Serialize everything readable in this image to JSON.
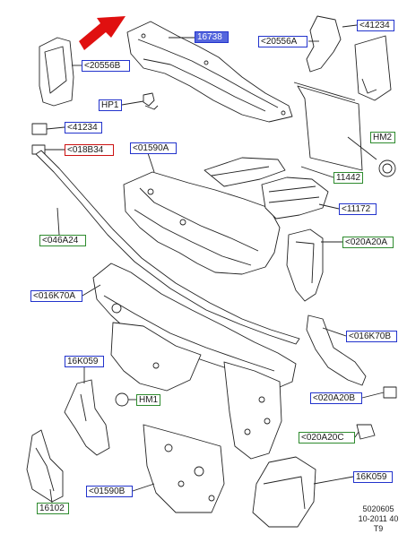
{
  "callouts": {
    "c16738": "16738",
    "c20556A": "<20556A",
    "c41234_top": "<41234",
    "c20556B": "<20556B",
    "cHP1": "HP1",
    "c41234_left": "<41234",
    "cHM2": "HM2",
    "c018B34": "<018B34",
    "c01590A": "<01590A",
    "c11442": "11442",
    "c11172": "<11172",
    "c046A24": "<046A24",
    "c020A20A": "<020A20A",
    "c016K70A": "<016K70A",
    "c016K70B": "<016K70B",
    "c16K059_top": "16K059",
    "cHM1": "HM1",
    "c020A20B": "<020A20B",
    "c020A20C": "<020A20C",
    "c16K059_bottom": "16K059",
    "c01590B": "<01590B",
    "c16102": "16102"
  },
  "footer": {
    "line1": "5020605",
    "line2": "10-2011 40",
    "line3": "T9"
  },
  "colors": {
    "blue_box": "#2233cc",
    "green_box": "#2e8b2e",
    "red_box": "#cc1111",
    "arrow": "#e01010"
  }
}
